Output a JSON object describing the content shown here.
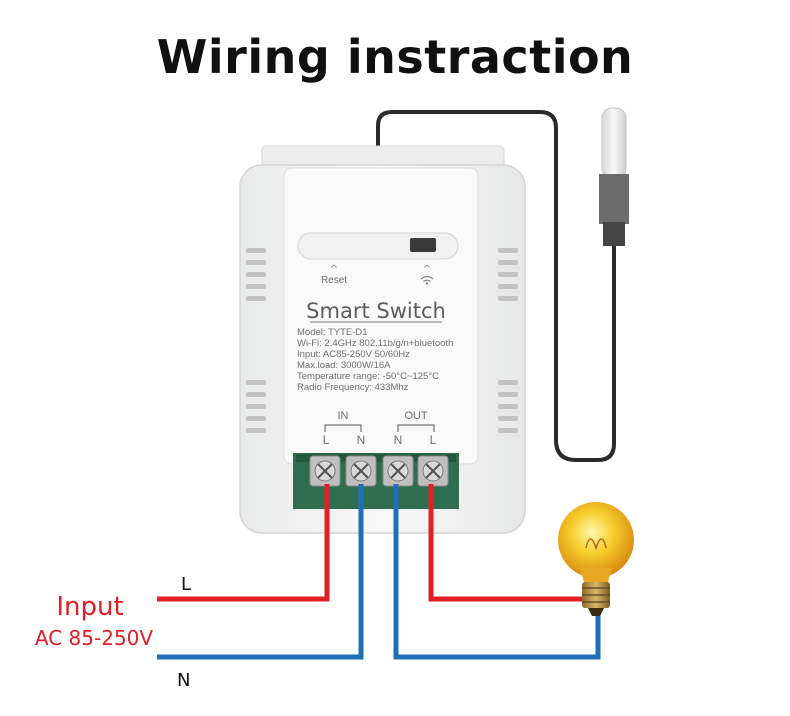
{
  "title": "Wiring instraction",
  "device": {
    "name": "Smart Switch",
    "reset_label": "Reset",
    "specs": [
      "Model: TYTE-D1",
      "Wi-Fi: 2.4GHz 802.11b/g/n+bluetooth",
      "Input: AC85-250V 50/60Hz",
      "Max.load: 3000W/16A",
      "Temperature range: -50°C~125°C",
      "Radio Frequency: 433Mhz"
    ],
    "in_label": "IN",
    "out_label": "OUT",
    "terminals": [
      "L",
      "N",
      "N",
      "L"
    ]
  },
  "wiring": {
    "line_label": "L",
    "neutral_label": "N",
    "input_label": "Input",
    "input_range": "AC 85-250V",
    "line_color": "#e31e24",
    "neutral_color": "#1f6fb8"
  }
}
